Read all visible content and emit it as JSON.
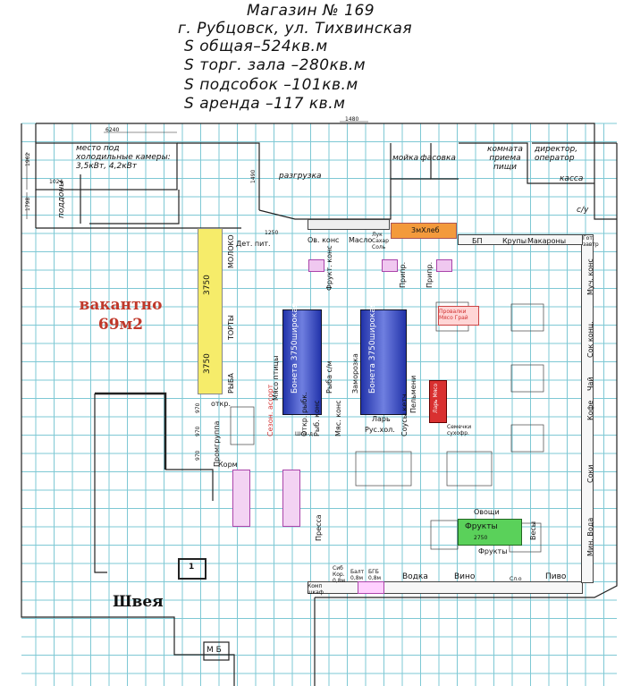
{
  "header": {
    "title": "Магазин № 169",
    "address": "г. Рубцовск, ул. Тихвинская",
    "area_total": "S общая–524кв.м",
    "area_trade": "S торг. зала –280кв.м",
    "area_utility": "S подсобок –101кв.м",
    "area_rent": "S аренда –117 кв.м"
  },
  "rooms": {
    "cold_storage": "место под холодильные камеры: 3,5кВт, 4,2кВт",
    "pallets": "поддоны",
    "unloading": "разгрузка",
    "washroom": "мойка",
    "packing": "фасовка",
    "eating_room": "комната приема пищи",
    "director": "директор, оператор",
    "cashier": "касса",
    "su": "с/у",
    "vacant": "вакантно",
    "vacant_area": "69м2",
    "seamstress": "Швея",
    "mb": "М Б",
    "room_num": "1"
  },
  "dims": {
    "d6240": "6240",
    "d1480": "1480",
    "d1962": "1962",
    "d1798": "1798",
    "d1024": "1024",
    "d1490": "1490",
    "d1250": "1250",
    "d3750a": "3750",
    "d3750b": "3750",
    "d970": "970",
    "d2750": "2750",
    "d970b": "970",
    "d970c": "970"
  },
  "departments": {
    "ov_kons": "Ов. конс",
    "maslo": "Масло",
    "luk": "Лук Сахар Соль",
    "hleb": "3мХлеб",
    "bp": "БП",
    "krupy": "Крупы",
    "makarony": "Макароны",
    "gotzavtr": "Гот. завтр",
    "det_pit": "Дет. пит.",
    "moloko": "МОЛОКО",
    "torty": "ТОРТЫ",
    "ryba": "РЫБА",
    "myas": "Мясо птицы",
    "boneta1": "Бонета 3750широкая",
    "ryba_sm": "Рыба с/м",
    "zamorozka": "Заморозка",
    "boneta2": "Бонета 3750широкая",
    "pelmeni": "Пельмени",
    "fruk_kons": "Фрукт. конс",
    "pripr": "Припр.",
    "pripr2": "Припр.",
    "much_kons": "Муч. конс",
    "sok_konc": "Сок конц.",
    "chai": "Чай",
    "kofe": "Кофе",
    "soki": "Соки",
    "min_voda": "Мин. Вода",
    "otkr": "откр.",
    "promegrupp": "Промгруппа",
    "korm": "Корм",
    "sezon": "Сезон. ассорт",
    "otkrybka": "Откр. рыбк.",
    "ryb_kons": "Рыб. конс",
    "myas_kons": "Мяс. конс",
    "lar1": "Ларь",
    "rus_hol": "Рус.хол.",
    "sousy": "Соусы кетч.",
    "lar_myaso": "Ларь Мясо",
    "semechki": "Семечки сухофр.",
    "shok": "Шок-д",
    "pressa": "Пресса",
    "ovoshi": "Овощи",
    "frukty_box": "Фрукты",
    "frukty": "Фрукты",
    "vesy": "Весы",
    "vodka": "Водка",
    "vino": "Вино",
    "pivo": "Пиво",
    "sdo": "Сл.о",
    "sib": "Сиб Кор. 0,8м",
    "balt": "Балт 0,8м",
    "bgb": "БГБ 0,8м",
    "komp": "Комп шкаф",
    "proc": "Провалки Мясо Грай"
  }
}
